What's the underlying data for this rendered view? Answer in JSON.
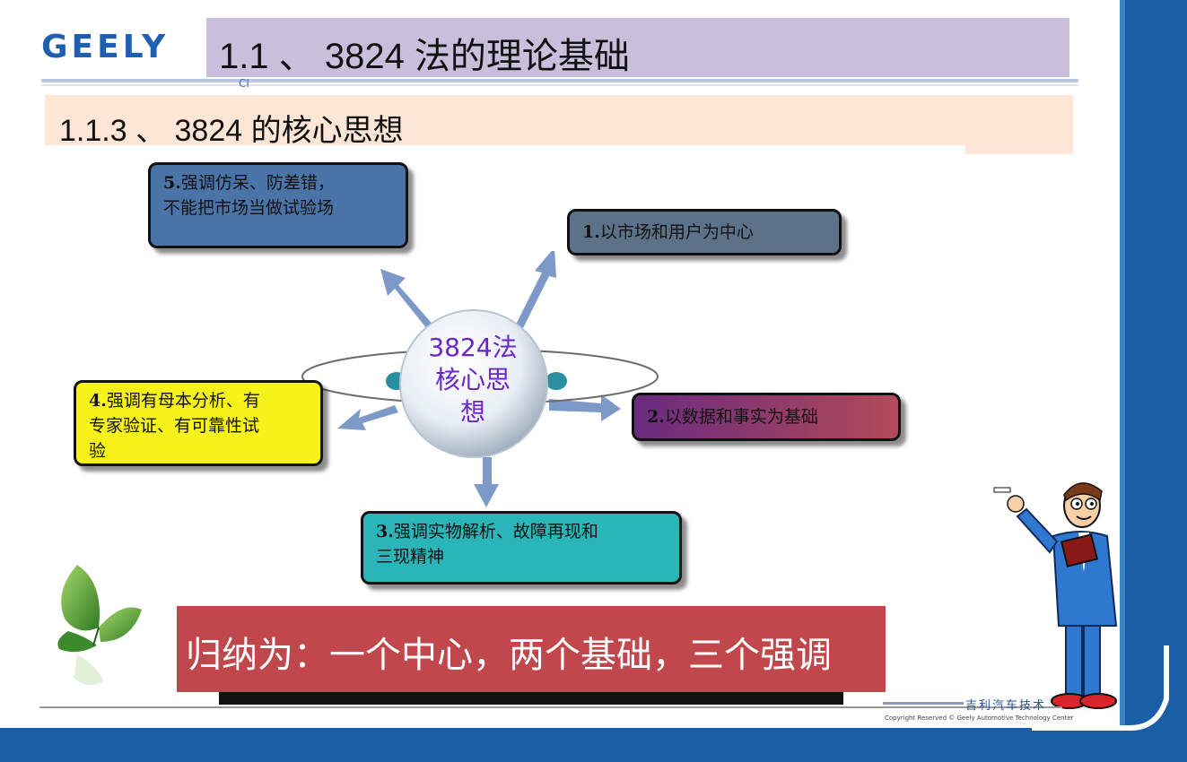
{
  "header": {
    "logo": "GEELY",
    "title": "1.1 、 3824 法的理论基础",
    "subtitle": "1.1.3 、 3824 的核心思想",
    "title_mark": "CI"
  },
  "diagram": {
    "center": [
      "3824法",
      "核心思",
      "想"
    ],
    "boxes": {
      "box5": {
        "num": "5.",
        "line1": "强调仿呆、防差错，",
        "line2": "不能把市场当做试验场"
      },
      "box1": {
        "num": "1.",
        "line1": "以市场和用户为中心"
      },
      "box2": {
        "num": "2.",
        "line1": "以数据和事实为基础"
      },
      "box4": {
        "num": "4.",
        "line1": "强调有母本分析、有",
        "line2": "专家验证、有可靠性试",
        "line3": "验"
      },
      "box3": {
        "num": "3.",
        "line1": "强调实物解析、故障再现和",
        "line2": "三现精神"
      }
    }
  },
  "summary": {
    "text": "归纳为：一个中心，两个基础，三个强调"
  },
  "footer": {
    "company": "吉利汽车技术",
    "copyright": "Copyright Reserved © Geely Automotive Technology Center"
  },
  "colors": {
    "brand_blue": "#1a5fa6",
    "title_bar": "#c9bedb",
    "subtitle_bar": "#fde6d6",
    "summary_red": "#c0484c",
    "center_text": "#6a26c8"
  }
}
